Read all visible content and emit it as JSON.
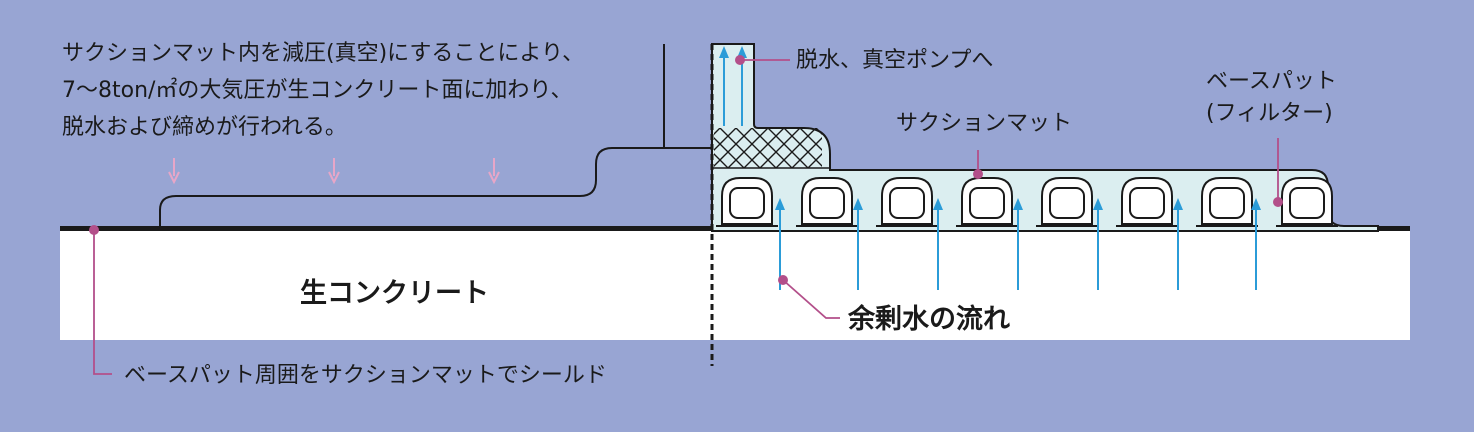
{
  "labels": {
    "description": [
      "サクションマット内を減圧(真空)にすることにより、",
      "7〜8ton/㎡の大気圧が生コンクリート面に加わり、",
      "脱水および締めが行われる。"
    ],
    "pump": "脱水、真空ポンプへ",
    "suction_mat": "サクションマット",
    "base_pad": [
      "ベースパット",
      "(フィルター)"
    ],
    "concrete": "生コンクリート",
    "water_flow": "余剰水の流れ",
    "shield": "ベースパット周囲をサクションマットでシールド"
  },
  "colors": {
    "background": "#98a5d3",
    "concrete": "#ffffff",
    "mat_fill": "#dbeef0",
    "water_arrow": "#2b9cd8",
    "leader_pink": "#b34f8a",
    "pressure_arrow": "#e7a6c8",
    "outline": "#1a1a1a"
  }
}
